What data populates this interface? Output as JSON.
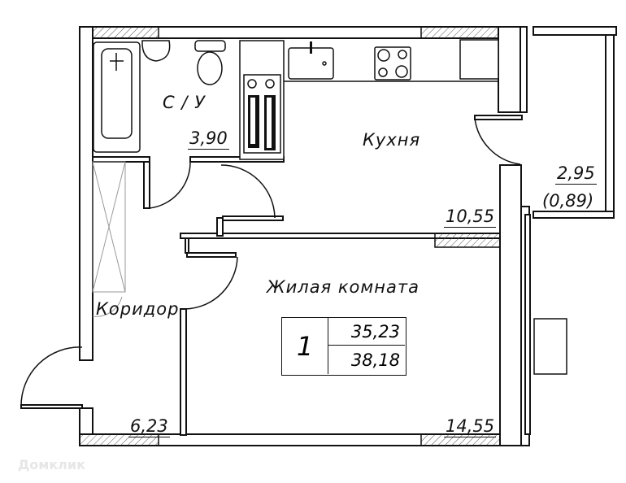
{
  "plan": {
    "rooms": {
      "bathroom": {
        "name": "С / У",
        "area": "3,90"
      },
      "kitchen": {
        "name": "Кухня",
        "area": "10,55"
      },
      "living": {
        "name": "Жилая комната",
        "area": "14,55"
      },
      "corridor": {
        "name": "Коридор",
        "area": "6,23"
      },
      "balcony": {
        "area": "2,95",
        "area_reduced": "(0,89)"
      }
    },
    "summary": {
      "rooms_count": "1",
      "living_area": "35,23",
      "total_area": "38,18"
    },
    "watermark": "Домклик",
    "colors": {
      "line": "#111111",
      "background": "#ffffff",
      "furniture_grey": "#999999"
    }
  }
}
